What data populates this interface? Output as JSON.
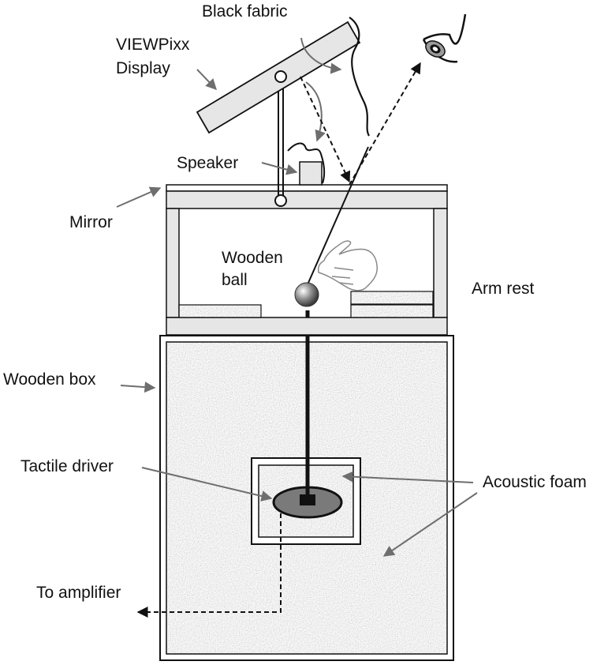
{
  "labels": {
    "black_fabric": "Black fabric",
    "display_line1": "VIEWPixx",
    "display_line2": "Display",
    "speaker": "Speaker",
    "mirror": "Mirror",
    "wooden_line1": "Wooden",
    "wooden_line2": "ball",
    "arm_rest": "Arm rest",
    "wooden_box": "Wooden box",
    "tactile_driver": "Tactile driver",
    "acoustic_foam": "Acoustic foam",
    "to_amplifier": "To amplifier"
  },
  "colors": {
    "stroke": "#111111",
    "arrow_gray": "#6e6e6e",
    "panel_fill": "#e6e6e6",
    "foam_fill": "#d4d4d4",
    "driver_fill": "#7a7a7a"
  }
}
